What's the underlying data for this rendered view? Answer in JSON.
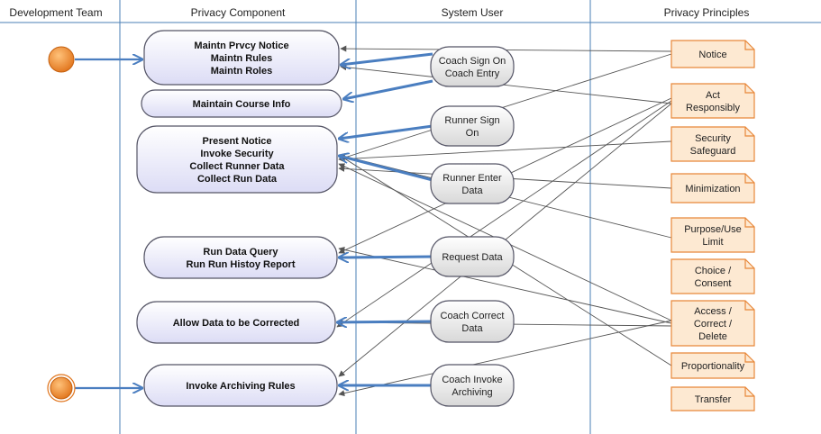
{
  "colors": {
    "lane_line": "#4a7fb5",
    "activity_fill_top": "#ffffff",
    "activity_fill_bottom": "#dcdcf5",
    "activity_stroke": "#555566",
    "user_fill_top": "#ffffff",
    "user_fill_bottom": "#d8d8d8",
    "note_fill": "#fde9d2",
    "note_stroke": "#e8883a",
    "start_fill": "#f08a24",
    "flow_arrow": "#4a7ec0",
    "trace_arrow": "#555555"
  },
  "lanes": [
    {
      "title": "Development Team"
    },
    {
      "title": "Privacy Component"
    },
    {
      "title": "System User"
    },
    {
      "title": "Privacy Principles"
    }
  ],
  "activities": [
    {
      "id": "a1",
      "lines": [
        "Maintn Prvcy Notice",
        "Maintn Rules",
        "Maintn Roles"
      ]
    },
    {
      "id": "a2",
      "lines": [
        "Maintain Course Info"
      ]
    },
    {
      "id": "a3",
      "lines": [
        "Present Notice",
        "Invoke Security",
        "Collect  Runner Data",
        "Collect Run Data"
      ]
    },
    {
      "id": "a4",
      "lines": [
        "Run Data Query",
        "Run Run Histoy Report"
      ]
    },
    {
      "id": "a5",
      "lines": [
        "Allow Data to be Corrected"
      ]
    },
    {
      "id": "a6",
      "lines": [
        "Invoke Archiving Rules"
      ]
    }
  ],
  "user_actions": [
    {
      "id": "u1",
      "lines": [
        "Coach Sign On",
        "Coach Entry"
      ]
    },
    {
      "id": "u2",
      "lines": [
        "Runner Sign",
        "On"
      ]
    },
    {
      "id": "u3",
      "lines": [
        "Runner Enter",
        "Data"
      ]
    },
    {
      "id": "u4",
      "lines": [
        "Request Data"
      ]
    },
    {
      "id": "u5",
      "lines": [
        "Coach Correct",
        "Data"
      ]
    },
    {
      "id": "u6",
      "lines": [
        "Coach Invoke",
        "Archiving"
      ]
    }
  ],
  "principles": [
    {
      "id": "p1",
      "lines": [
        "Notice"
      ]
    },
    {
      "id": "p2",
      "lines": [
        "Act",
        "Responsibly"
      ]
    },
    {
      "id": "p3",
      "lines": [
        "Security",
        "Safeguard"
      ]
    },
    {
      "id": "p4",
      "lines": [
        "Minimization"
      ]
    },
    {
      "id": "p5",
      "lines": [
        "Purpose/Use",
        "Limit"
      ]
    },
    {
      "id": "p6",
      "lines": [
        "Choice /",
        "Consent"
      ]
    },
    {
      "id": "p7",
      "lines": [
        "Access /",
        "Correct /",
        "Delete"
      ]
    },
    {
      "id": "p8",
      "lines": [
        "Proportionality"
      ]
    },
    {
      "id": "p9",
      "lines": [
        "Transfer"
      ]
    }
  ],
  "start_nodes": [
    {
      "id": "s1",
      "to": "a1",
      "final": false
    },
    {
      "id": "s2",
      "to": "a6",
      "final": true
    }
  ],
  "flows": [
    {
      "from": "u1",
      "to": "a1"
    },
    {
      "from": "u1",
      "to": "a2"
    },
    {
      "from": "u2",
      "to": "a3"
    },
    {
      "from": "u3",
      "to": "a3"
    },
    {
      "from": "u4",
      "to": "a4"
    },
    {
      "from": "u5",
      "to": "a5"
    },
    {
      "from": "u6",
      "to": "a6"
    }
  ],
  "traces": [
    {
      "from": "p1",
      "to": "a1"
    },
    {
      "from": "p1",
      "to": "a3"
    },
    {
      "from": "p2",
      "to": "a1"
    },
    {
      "from": "p2",
      "to": "a4"
    },
    {
      "from": "p2",
      "to": "a5"
    },
    {
      "from": "p2",
      "to": "a6"
    },
    {
      "from": "p3",
      "to": "a3"
    },
    {
      "from": "p4",
      "to": "a3"
    },
    {
      "from": "p5",
      "to": "a3"
    },
    {
      "from": "p7",
      "to": "a3"
    },
    {
      "from": "p7",
      "to": "a4"
    },
    {
      "from": "p7",
      "to": "a5"
    },
    {
      "from": "p7",
      "to": "a6"
    },
    {
      "from": "p8",
      "to": "a3"
    }
  ]
}
